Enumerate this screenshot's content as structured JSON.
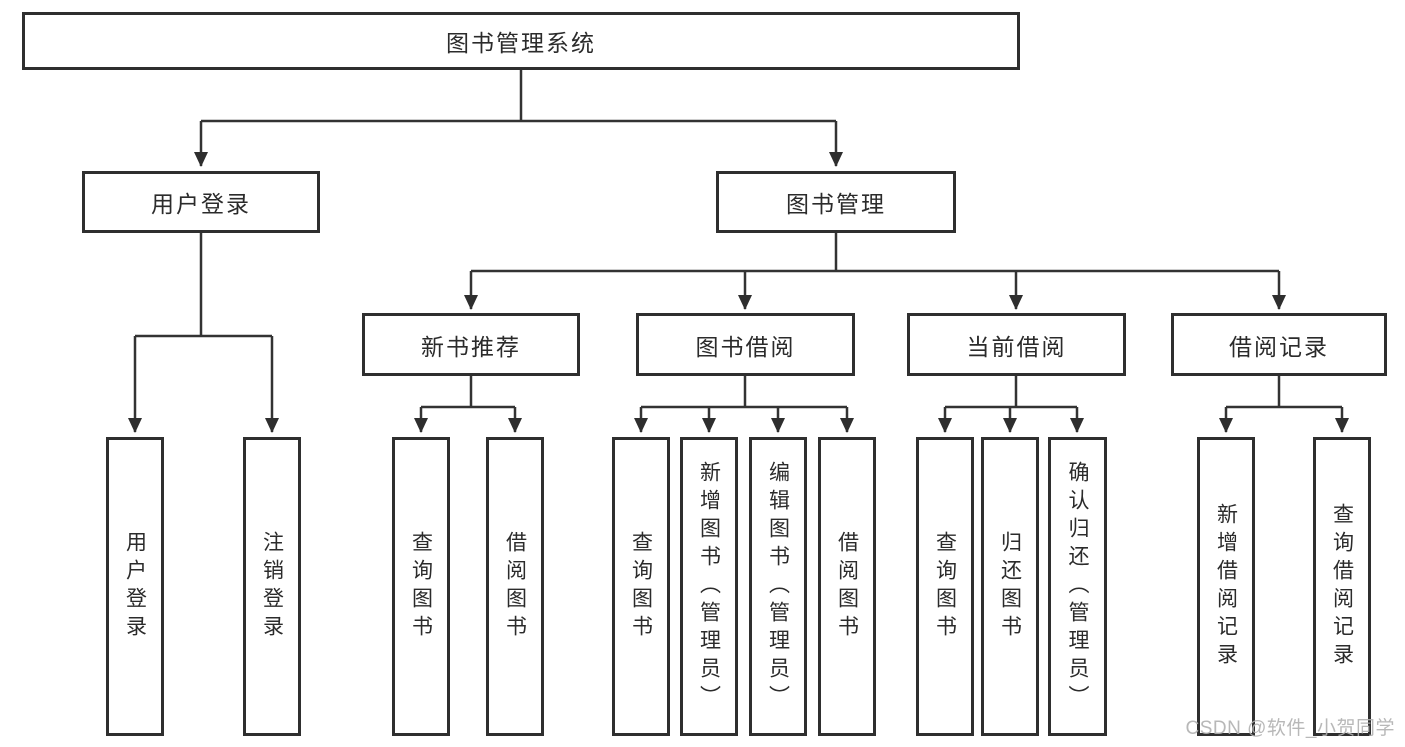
{
  "page": {
    "background": "#ffffff"
  },
  "colors": {
    "line": "#333333",
    "box_border": "#2f2f2f",
    "text": "#2b2b2b",
    "watermark": "#b0b0b0"
  },
  "watermark": {
    "text": "CSDN @软件_小贺同学"
  },
  "diagram": {
    "type": "hierarchy-chart",
    "root": {
      "label": "图书管理系统"
    },
    "level2": [
      {
        "label": "用户登录"
      },
      {
        "label": "图书管理"
      }
    ],
    "level3": [
      {
        "label": "新书推荐",
        "parent": "图书管理"
      },
      {
        "label": "图书借阅",
        "parent": "图书管理"
      },
      {
        "label": "当前借阅",
        "parent": "图书管理"
      },
      {
        "label": "借阅记录",
        "parent": "图书管理"
      }
    ],
    "leaves": [
      {
        "label": "用户登录",
        "parent": "用户登录"
      },
      {
        "label": "注销登录",
        "parent": "用户登录"
      },
      {
        "label": "查询图书",
        "parent": "新书推荐"
      },
      {
        "label": "借阅图书",
        "parent": "新书推荐"
      },
      {
        "label": "查询图书",
        "parent": "图书借阅"
      },
      {
        "label": "新增图书（管理员）",
        "parent": "图书借阅"
      },
      {
        "label": "编辑图书（管理员）",
        "parent": "图书借阅"
      },
      {
        "label": "借阅图书",
        "parent": "图书借阅"
      },
      {
        "label": "查询图书",
        "parent": "当前借阅"
      },
      {
        "label": "归还图书",
        "parent": "当前借阅"
      },
      {
        "label": "确认归还（管理员）",
        "parent": "当前借阅"
      },
      {
        "label": "新增借阅记录",
        "parent": "借阅记录"
      },
      {
        "label": "查询借阅记录",
        "parent": "借阅记录"
      }
    ]
  }
}
